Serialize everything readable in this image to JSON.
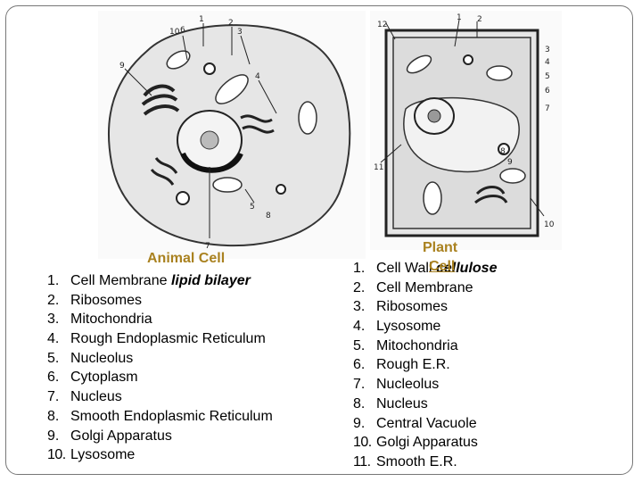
{
  "animal": {
    "title": "Animal Cell",
    "items": [
      {
        "num": "1.",
        "label": "Cell Membrane",
        "note": "lipid bilayer"
      },
      {
        "num": "2.",
        "label": "Ribosomes",
        "note": ""
      },
      {
        "num": "3.",
        "label": "Mitochondria",
        "note": ""
      },
      {
        "num": "4.",
        "label": "Rough Endoplasmic Reticulum",
        "note": ""
      },
      {
        "num": "5.",
        "label": "Nucleolus",
        "note": ""
      },
      {
        "num": "6.",
        "label": "Cytoplasm",
        "note": ""
      },
      {
        "num": "7.",
        "label": "Nucleus",
        "note": ""
      },
      {
        "num": "8.",
        "label": "Smooth Endoplasmic Reticulum",
        "note": ""
      },
      {
        "num": "9.",
        "label": "Golgi Apparatus",
        "note": ""
      },
      {
        "num": "10.",
        "label": "Lysosome",
        "note": ""
      }
    ],
    "diagram_numbers": [
      "1",
      "2",
      "3",
      "4",
      "5",
      "6",
      "7",
      "8",
      "9",
      "10"
    ]
  },
  "plant": {
    "title_line1": "Plant",
    "title_line2": "Cell",
    "items": [
      {
        "num": "1.",
        "label": "Cell Wall",
        "note": "cellulose"
      },
      {
        "num": "2.",
        "label": "Cell Membrane",
        "note": ""
      },
      {
        "num": "3.",
        "label": "Ribosomes",
        "note": ""
      },
      {
        "num": "4.",
        "label": "Lysosome",
        "note": ""
      },
      {
        "num": "5.",
        "label": "Mitochondria",
        "note": ""
      },
      {
        "num": "6.",
        "label": "Rough E.R.",
        "note": ""
      },
      {
        "num": "7.",
        "label": "Nucleolus",
        "note": ""
      },
      {
        "num": "8.",
        "label": "Nucleus",
        "note": ""
      },
      {
        "num": "9.",
        "label": "Central Vacuole",
        "note": ""
      },
      {
        "num": "10.",
        "label": "Golgi Apparatus",
        "note": ""
      },
      {
        "num": "11.",
        "label": "Smooth E.R.",
        "note": ""
      }
    ],
    "diagram_numbers": [
      "1",
      "2",
      "3",
      "4",
      "5",
      "6",
      "7",
      "8",
      "9",
      "10",
      "11",
      "12"
    ]
  },
  "colors": {
    "title": "#a9811f",
    "text": "#000000",
    "frame": "#777777"
  }
}
